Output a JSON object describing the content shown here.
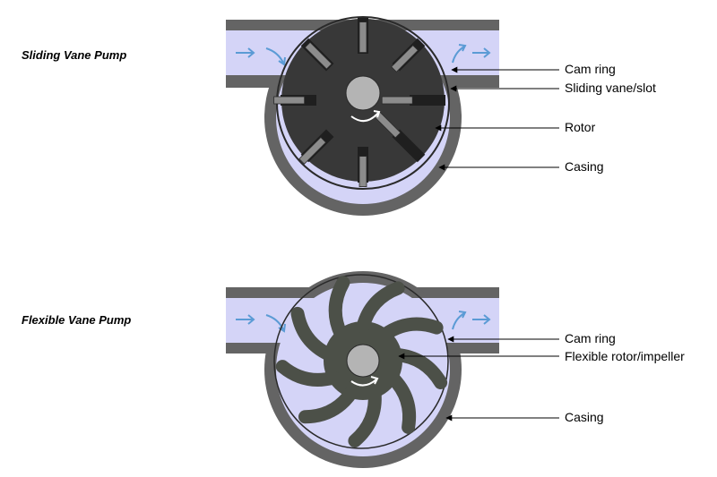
{
  "pumps": [
    {
      "title": "Sliding Vane Pump",
      "labels": [
        "Cam ring",
        "Sliding vane/slot",
        "Rotor",
        "Casing"
      ]
    },
    {
      "title": "Flexible Vane Pump",
      "labels": [
        "Cam ring",
        "Flexible rotor/impeller",
        "Casing"
      ]
    }
  ],
  "colors": {
    "casing": "#646464",
    "fluid": "#d4d4f7",
    "rotor": "#383838",
    "vane": "#8c8c8c",
    "hub": "#b4b4b4",
    "impeller": "#4c5048",
    "flow_arrow": "#5b9bd5",
    "rotation_arrow": "#ffffff",
    "outline": "#2a2a2a"
  }
}
